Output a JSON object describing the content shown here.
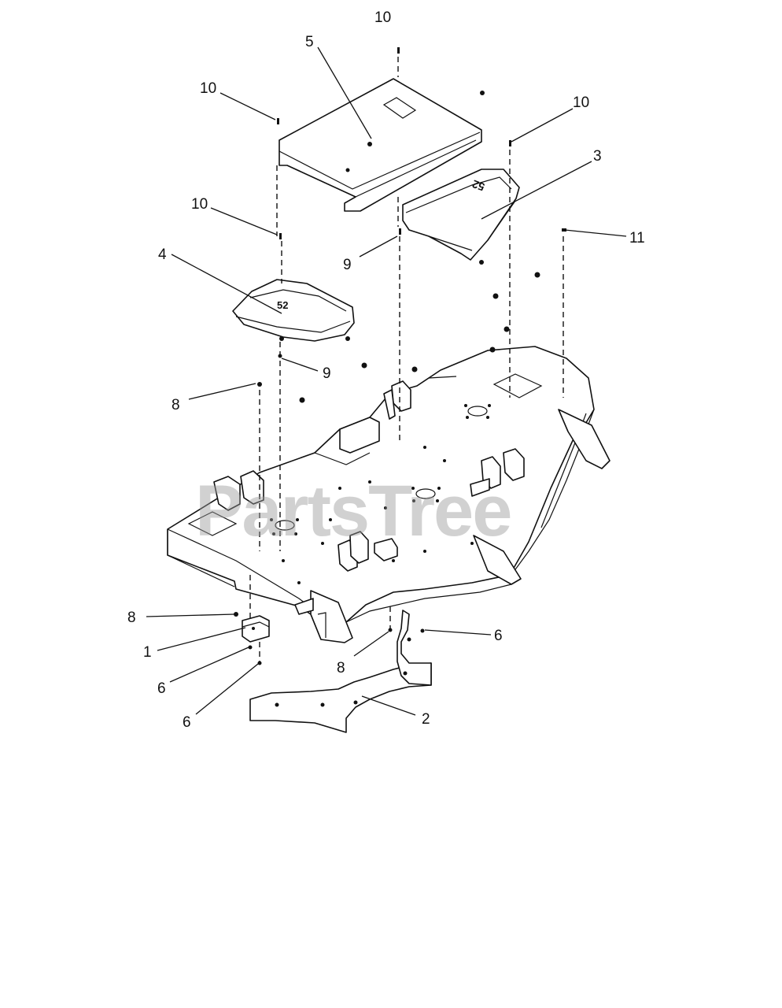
{
  "watermark": "PartsTree",
  "callouts": [
    {
      "id": "c10-top",
      "label": "10"
    },
    {
      "id": "c5",
      "label": "5"
    },
    {
      "id": "c10-left",
      "label": "10"
    },
    {
      "id": "c10-right",
      "label": "10"
    },
    {
      "id": "c3",
      "label": "3"
    },
    {
      "id": "c10-mid",
      "label": "10"
    },
    {
      "id": "c9-upper",
      "label": "9"
    },
    {
      "id": "c11",
      "label": "11"
    },
    {
      "id": "c4",
      "label": "4"
    },
    {
      "id": "c9-lower",
      "label": "9"
    },
    {
      "id": "c8-upper",
      "label": "8"
    },
    {
      "id": "c8-left",
      "label": "8"
    },
    {
      "id": "c1",
      "label": "1"
    },
    {
      "id": "c6-a",
      "label": "6"
    },
    {
      "id": "c6-b",
      "label": "6"
    },
    {
      "id": "c8-bottom",
      "label": "8"
    },
    {
      "id": "c6-right",
      "label": "6"
    },
    {
      "id": "c2",
      "label": "2"
    }
  ]
}
